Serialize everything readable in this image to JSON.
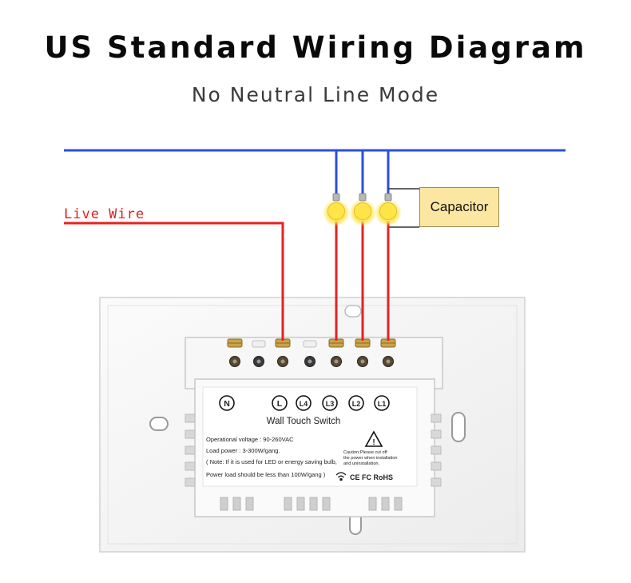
{
  "title": "US Standard Wiring Diagram",
  "subtitle": "No Neutral Line Mode",
  "live_wire_label": "Live Wire",
  "capacitor_label": "Capacitor",
  "switch": {
    "terminals": [
      "N",
      "L",
      "L4",
      "L3",
      "L2",
      "L1"
    ],
    "name": "Wall Touch Switch",
    "spec_voltage": "Operational voltage : 90-260VAC",
    "spec_load": "Load power : 3-300W/gang.",
    "spec_note1": "( Note: If it is used for LED or energy saving bulb,",
    "spec_note2": "Power load should be less than 100W/gang )",
    "caution1": "Caution:Please cut off",
    "caution2": "the power when installation",
    "caution3": "and uninstallation.",
    "certs": "CE FC RoHS"
  },
  "colors": {
    "neutral_wire": "#2b4fd9",
    "live_wire": "#e52222",
    "bulb": "#ffe44a",
    "capacitor_fill": "#fbe7a1",
    "plate": "#f4f4f4"
  }
}
